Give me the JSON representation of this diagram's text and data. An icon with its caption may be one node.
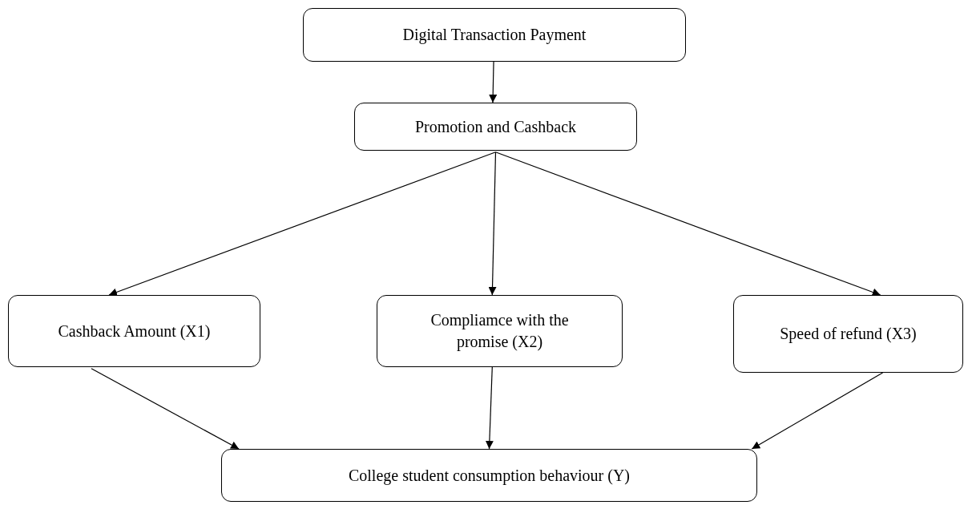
{
  "diagram": {
    "nodes": [
      {
        "text": [
          "Digital Transaction Payment"
        ]
      },
      {
        "text": [
          "Promotion and Cashback"
        ]
      },
      {
        "text": [
          "Cashback Amount (X1)"
        ]
      },
      {
        "text": [
          "Compliamce with the promise (X2)"
        ]
      },
      {
        "text": [
          "Speed of refund (X3)"
        ]
      },
      {
        "text": [
          "College student consumption behaviour (Y)"
        ]
      }
    ],
    "edges": [
      {
        "from": 0,
        "to": 1,
        "arrow": "to"
      },
      {
        "from": 1,
        "to": 2,
        "arrow": "to"
      },
      {
        "from": 1,
        "to": 3,
        "arrow": "to"
      },
      {
        "from": 1,
        "to": 4,
        "arrow": "to"
      },
      {
        "from": 2,
        "to": 5,
        "arrow": "to"
      },
      {
        "from": 3,
        "to": 5,
        "arrow": "to"
      },
      {
        "from": 4,
        "to": 5,
        "arrow": "to"
      }
    ]
  }
}
